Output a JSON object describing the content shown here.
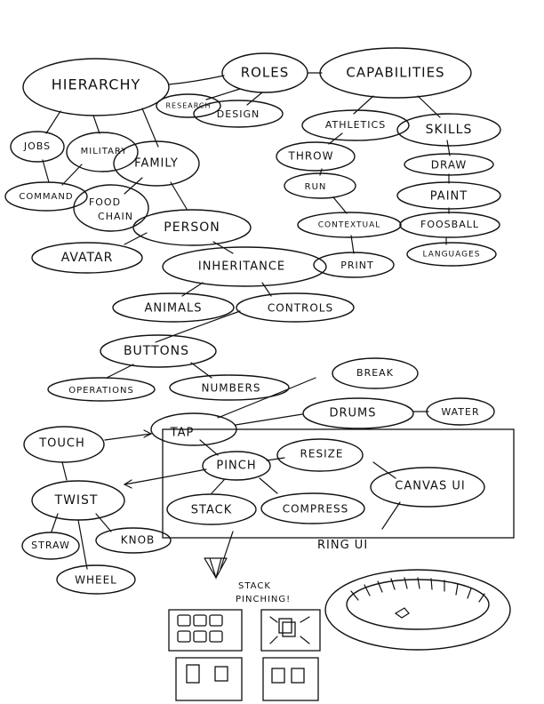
{
  "nodes": {
    "hierarchy": "HIERARCHY",
    "roles": "ROLES",
    "capabilities": "CAPABILITIES",
    "research": "RESEARCH",
    "design": "DESIGN",
    "athletics": "ATHLETICS",
    "skills": "SKILLS",
    "jobs": "JOBS",
    "military": "MILITARY",
    "family": "FAMILY",
    "throw": "THROW",
    "draw": "DRAW",
    "command": "COMMAND",
    "food_chain_1": "FOOD",
    "food_chain_2": "CHAIN",
    "run": "RUN",
    "paint": "PAINT",
    "person": "PERSON",
    "contextual": "CONTEXTUAL",
    "foosball": "FOOSBALL",
    "languages": "LANGUAGES",
    "avatar": "AVATAR",
    "inheritance": "INHERITANCE",
    "print": "PRINT",
    "animals": "ANIMALS",
    "controls": "CONTROLS",
    "buttons": "BUTTONS",
    "break": "BREAK",
    "operations": "OPERATIONS",
    "numbers": "NUMBERS",
    "drums": "DRUMS",
    "water": "WATER",
    "touch": "TOUCH",
    "tap": "TAP",
    "pinch": "PINCH",
    "resize": "RESIZE",
    "canvas_ui": "CANVAS UI",
    "twist": "TWIST",
    "stack": "STACK",
    "compress": "COMPRESS",
    "straw": "STRAW",
    "knob": "KNOB",
    "wheel": "WHEEL"
  },
  "labels": {
    "ring_ui": "RING UI",
    "stack_pinching_1": "STACK",
    "stack_pinching_2": "PINCHING!"
  }
}
